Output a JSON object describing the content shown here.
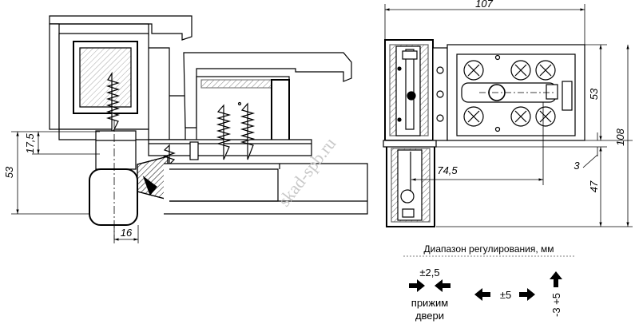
{
  "side_view": {
    "dims": {
      "d53": "53",
      "d17_5": "17,5",
      "d16": "16"
    }
  },
  "front_view": {
    "dims": {
      "d107": "107",
      "d53": "53",
      "d108": "108",
      "d74_5": "74,5",
      "d3": "3",
      "d47": "47"
    }
  },
  "watermark": "skad-spb.ru",
  "legend": {
    "title": "Диапазон регулирования, мм",
    "pressure": {
      "value": "±2,5",
      "caption_line1": "прижим",
      "caption_line2": "двери"
    },
    "horizontal": {
      "value": "±5"
    },
    "vertical": {
      "value": "-3 +5"
    }
  }
}
